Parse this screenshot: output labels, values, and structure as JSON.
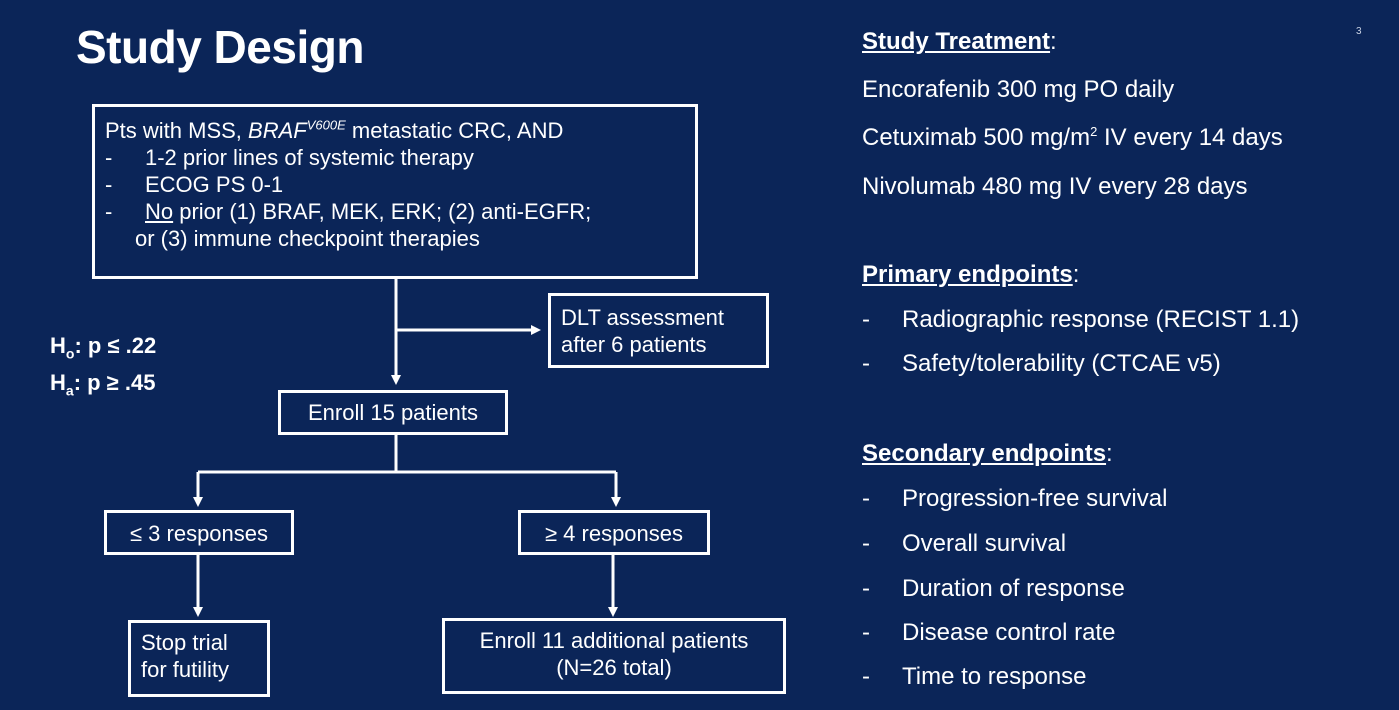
{
  "title": "Study Design",
  "slide_number": "3",
  "eligibility": {
    "line1_pre": "Pts with MSS, ",
    "line1_gene": "BRAF",
    "line1_sup": "V600E",
    "line1_post": " metastatic CRC, AND",
    "items": [
      "1-2 prior lines of systemic therapy",
      "ECOG PS 0-1"
    ],
    "no_prior_underlined": "No",
    "no_prior_rest": " prior (1) BRAF, MEK, ERK; (2) anti-EGFR;",
    "no_prior_cont": "or (3) immune checkpoint therapies",
    "dash": "-"
  },
  "hypotheses": {
    "h0_letter": "H",
    "h0_sub": "o",
    "h0_rest": ": p ≤ .22",
    "ha_letter": "H",
    "ha_sub": "a",
    "ha_rest": ": p ≥ .45"
  },
  "dlt": {
    "line1": "DLT assessment",
    "line2": "after 6 patients"
  },
  "enroll15": "Enroll 15 patients",
  "le3": "≤ 3 responses",
  "ge4": "≥ 4 responses",
  "stop": {
    "line1": "Stop trial",
    "line2": "for futility"
  },
  "enroll11": {
    "line1": "Enroll 11 additional patients",
    "line2": "(N=26 total)"
  },
  "right": {
    "treatment_header": "Study Treatment",
    "colon": ":",
    "encorafenib": "Encorafenib 300 mg PO daily",
    "cetuximab_pre": "Cetuximab 500 mg/m",
    "cetuximab_sup": "2",
    "cetuximab_post": " IV every 14 days",
    "nivolumab": "Nivolumab 480 mg IV every 28 days",
    "primary_header": "Primary endpoints",
    "primary_items": [
      "Radiographic response (RECIST 1.1)",
      "Safety/tolerability (CTCAE v5)"
    ],
    "secondary_header": "Secondary endpoints",
    "secondary_items": [
      "Progression-free survival",
      "Overall survival",
      "Duration of response",
      "Disease control rate",
      "Time to response"
    ],
    "dash": "-"
  }
}
